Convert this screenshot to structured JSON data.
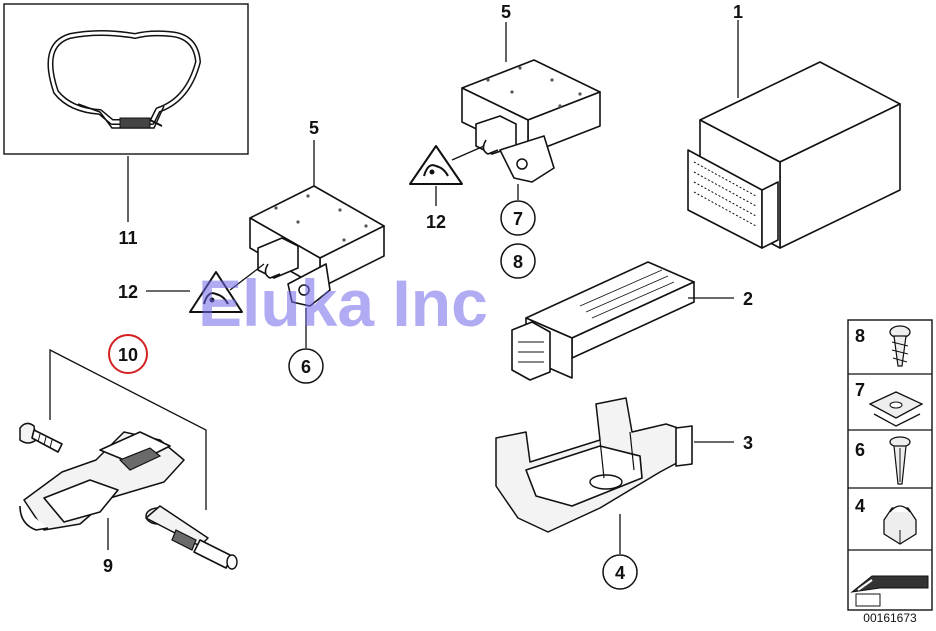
{
  "diagram": {
    "watermark": "Eluka Inc",
    "catalog_number": "00161673",
    "callouts": {
      "c1": "1",
      "c2": "2",
      "c3": "3",
      "c4": "4",
      "c5a": "5",
      "c5b": "5",
      "c6": "6",
      "c7": "7",
      "c8": "8",
      "c9": "9",
      "c10": "10",
      "c11": "11",
      "c12a": "12",
      "c12b": "12"
    },
    "legend": [
      {
        "label": "8",
        "icon": "screw-icon"
      },
      {
        "label": "7",
        "icon": "clip-nut-icon"
      },
      {
        "label": "6",
        "icon": "expanding-rivet-icon"
      },
      {
        "label": "4",
        "icon": "hex-nut-icon"
      }
    ],
    "accent_colors": {
      "callout_10_ring": "#d42020",
      "watermark": "#6f66e8"
    }
  }
}
